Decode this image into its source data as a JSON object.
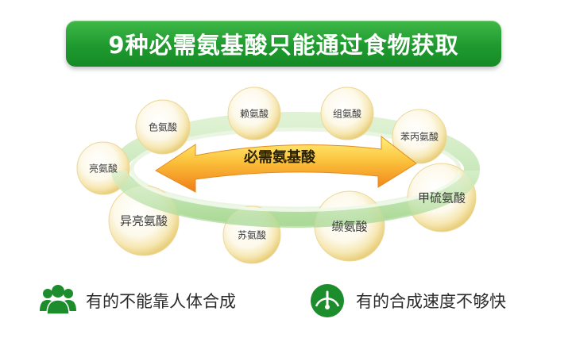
{
  "title": "9种必需氨基酸只能通过食物获取",
  "center_label": "必需氨基酸",
  "amino_acids": [
    "色氨酸",
    "赖氨酸",
    "组氨酸",
    "苯丙氨酸",
    "亮氨酸",
    "甲硫氨酸",
    "异亮氨酸",
    "苏氨酸",
    "缬氨酸"
  ],
  "legend": [
    {
      "icon": "people-group-icon",
      "text": "有的不能靠人体合成"
    },
    {
      "icon": "speedometer-icon",
      "text": "有的合成速度不够快"
    }
  ],
  "colors": {
    "banner_green": "#1f9a2f",
    "ring_green": "#b9e2a8",
    "arrow_orange": "#f08a1c",
    "arrow_yellow": "#fbe36a",
    "icon_green": "#1c8c2c"
  }
}
